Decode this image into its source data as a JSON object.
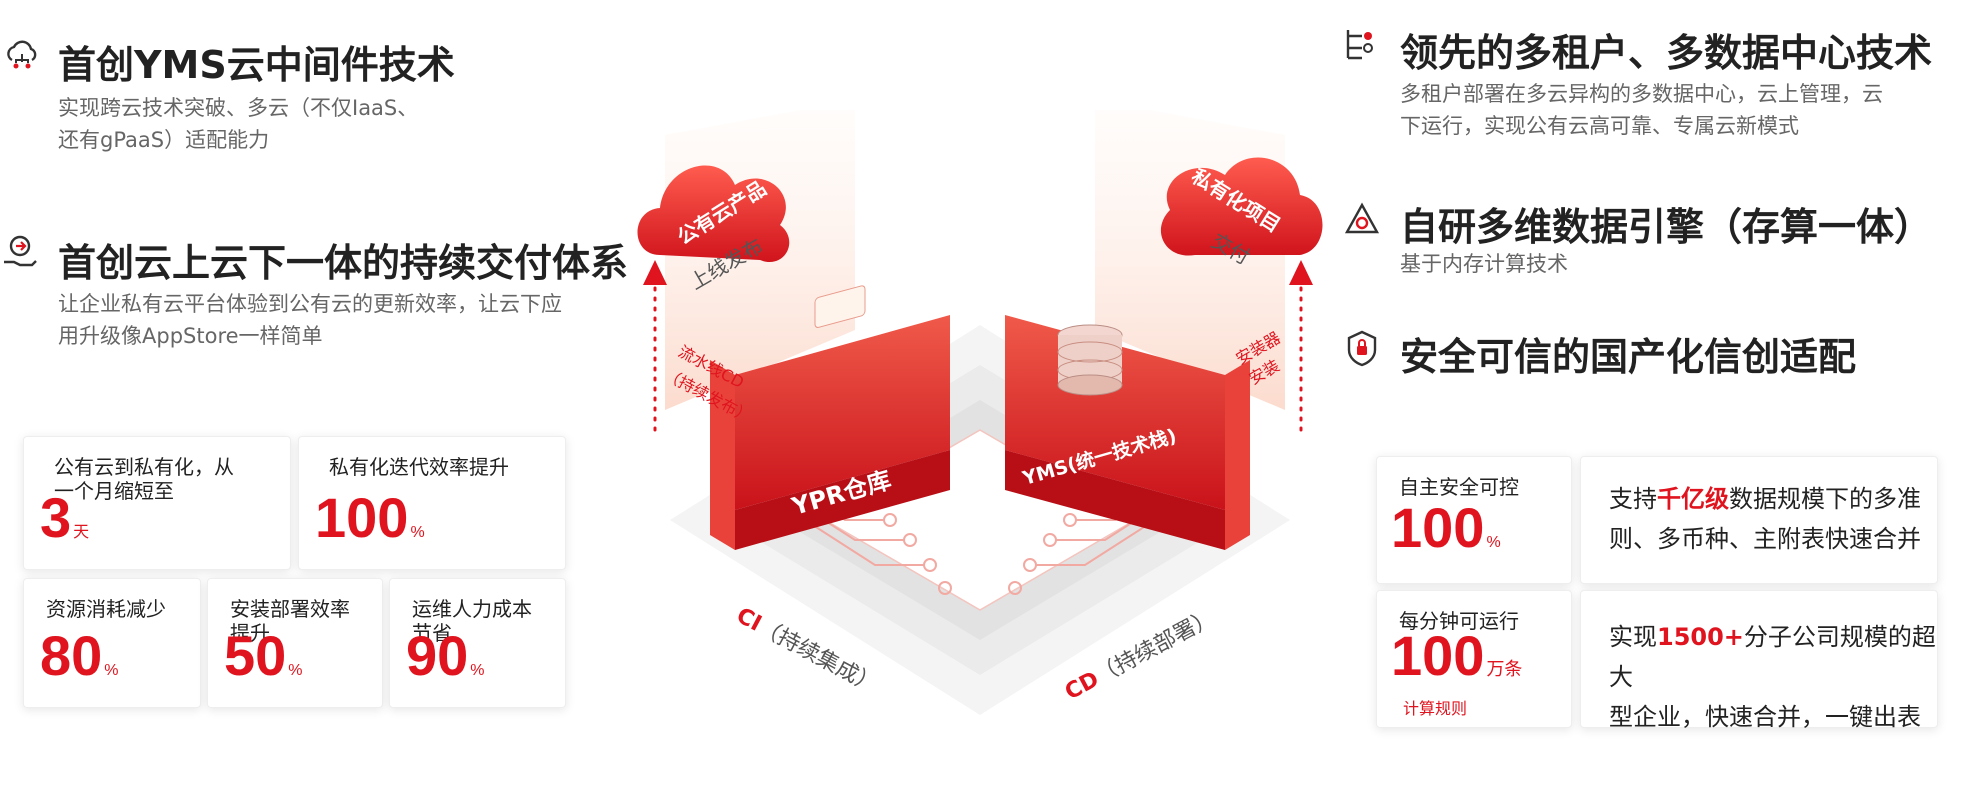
{
  "left_features": [
    {
      "title": "首创YMS云中间件技术",
      "desc_lines": [
        "实现跨云技术突破、多云（不仅IaaS、",
        "还有gPaaS）适配能力"
      ],
      "icon": "cloud-network-icon"
    },
    {
      "title": "首创云上云下一体的持续交付体系",
      "desc_lines": [
        "让企业私有云平台体验到公有云的更新效率，让云下应",
        "用升级像AppStore一样简单"
      ],
      "icon": "delivery-hand-icon"
    }
  ],
  "right_features": [
    {
      "title": "领先的多租户、多数据中心技术",
      "desc_lines": [
        "多租户部署在多云异构的多数据中心，云上管理，云",
        "下运行，实现公有云高可靠、专属云新模式"
      ],
      "icon": "tenant-tree-icon"
    },
    {
      "title": "自研多维数据引擎（存算一体）",
      "desc_lines": [
        "基于内存计算技术"
      ],
      "icon": "engine-triangle-icon"
    },
    {
      "title": "安全可信的国产化信创适配",
      "desc_lines": [],
      "icon": "shield-lock-icon"
    }
  ],
  "left_stats": [
    {
      "label_lines": [
        "公有云到私有化，从",
        "一个月缩短至"
      ],
      "value": "3",
      "unit": "天"
    },
    {
      "label_lines": [
        "私有化迭代效率提升"
      ],
      "value": "100",
      "unit": "%"
    },
    {
      "label_lines": [
        "资源消耗减少"
      ],
      "value": "80",
      "unit": "%"
    },
    {
      "label_lines": [
        "安装部署效率",
        "提升"
      ],
      "value": "50",
      "unit": "%"
    },
    {
      "label_lines": [
        "运维人力成本",
        "节省"
      ],
      "value": "90",
      "unit": "%"
    }
  ],
  "right_stats": [
    {
      "label": "自主安全可控",
      "value": "100",
      "unit": "%",
      "sub": ""
    },
    {
      "label": "每分钟可运行",
      "value": "100",
      "unit": "万条",
      "sub": "计算规则"
    }
  ],
  "right_notes": [
    {
      "pre": "支持",
      "hl": "千亿级",
      "post": "数据规模下的多准",
      "line2": "则、多币种、主附表快速合并"
    },
    {
      "pre": "实现",
      "hl": "1500+",
      "post": "分子公司规模的超大",
      "line2": "型企业，快速合并，一键出表"
    }
  ],
  "diagram": {
    "left_cloud_title": "公有云产品",
    "left_cloud_sub": "上线发布",
    "right_cloud_title": "私有化项目",
    "right_cloud_sub": "交付",
    "left_arrow_label_1": "流水线CD",
    "left_arrow_label_2": "（持续发布）",
    "right_arrow_label_1": "安装器",
    "right_arrow_label_2": "安装",
    "left_block": "YPR仓库",
    "right_block": "YMS(统一技术栈)",
    "ci_bold": "CI",
    "ci_text": "（持续集成）",
    "cd_bold": "CD",
    "cd_text": "（持续部署）"
  },
  "colors": {
    "accent": "#e0141e",
    "title": "#222222",
    "desc": "#666666"
  }
}
